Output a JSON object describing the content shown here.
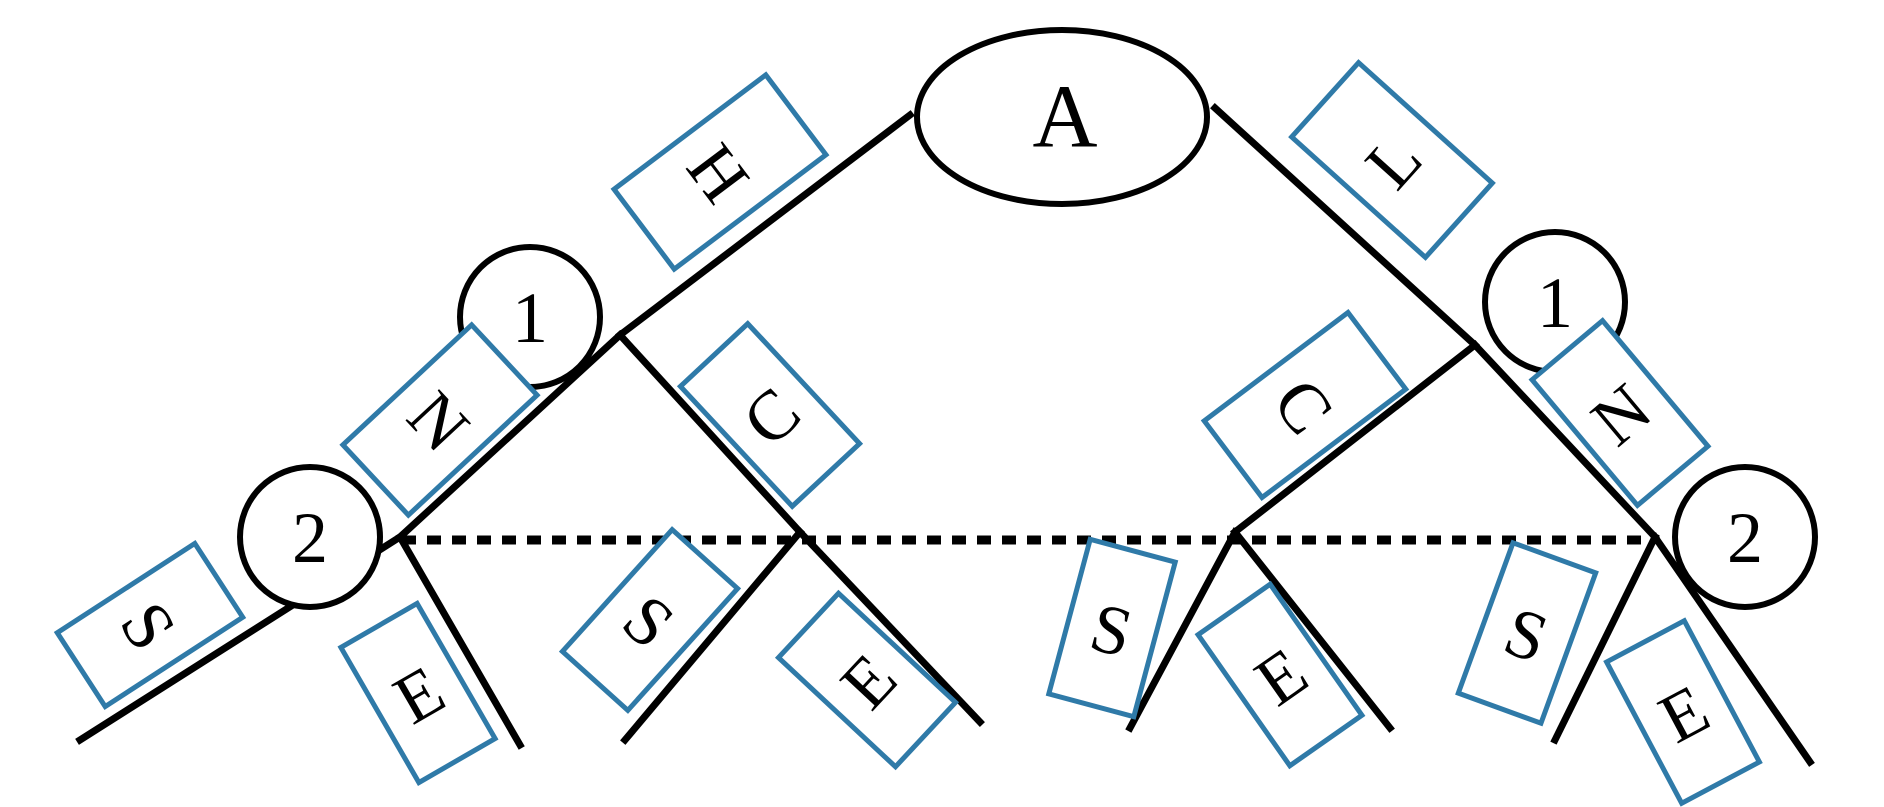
{
  "root": {
    "label": "A"
  },
  "player_nodes": [
    {
      "id": "left-1",
      "label": "1"
    },
    {
      "id": "right-1",
      "label": "1"
    },
    {
      "id": "left-2",
      "label": "2"
    },
    {
      "id": "right-2",
      "label": "2"
    }
  ],
  "edge_labels": {
    "h": "H",
    "l": "L",
    "n_left": "N",
    "c_left": "C",
    "c_right": "C",
    "n_right": "N",
    "s1": "S",
    "e1": "E",
    "s2": "S",
    "e2": "E",
    "s3": "S",
    "e3": "E",
    "s4": "S",
    "e4": "E"
  },
  "colors": {
    "label_box_border": "#2f7aa8",
    "lines": "#000000"
  }
}
